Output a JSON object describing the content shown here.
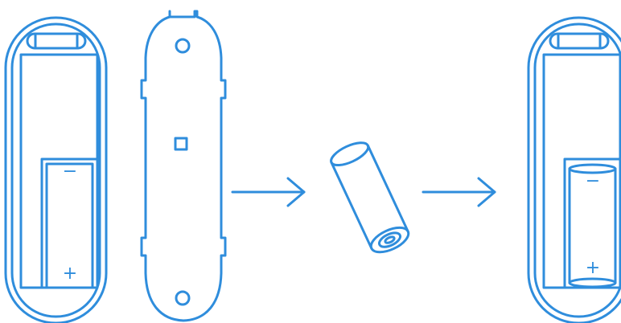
{
  "diagram": {
    "stroke_color": "#2f8ddc",
    "background": "#ffffff",
    "steps": [
      {
        "name": "empty-device-housing",
        "icon": "device-open-icon"
      },
      {
        "name": "back-cover",
        "icon": "cover-plate-icon"
      },
      {
        "name": "insert-step-arrow",
        "icon": "arrow-right-icon"
      },
      {
        "name": "battery",
        "icon": "battery-cell-icon"
      },
      {
        "name": "result-step-arrow",
        "icon": "arrow-right-icon"
      },
      {
        "name": "device-with-battery",
        "icon": "device-loaded-icon"
      }
    ],
    "polarity": {
      "negative": "−",
      "positive": "+"
    }
  }
}
